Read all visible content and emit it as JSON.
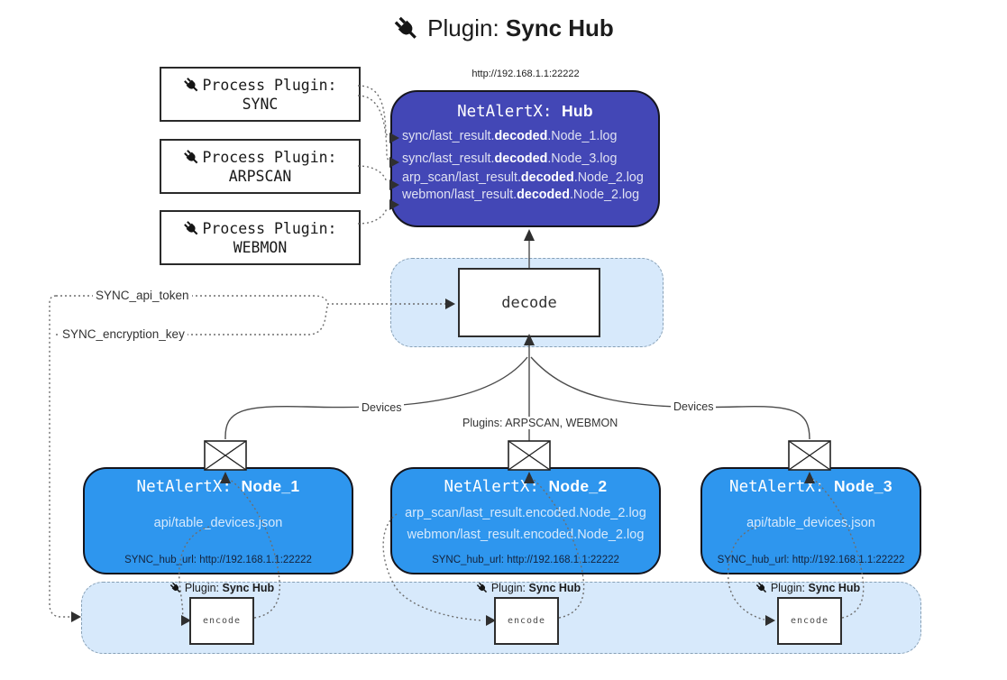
{
  "title": {
    "label": "Plugin: ",
    "label_bold": "Sync Hub"
  },
  "process_plugins": [
    {
      "line1": "Process Plugin:",
      "line2": "SYNC"
    },
    {
      "line1": "Process Plugin:",
      "line2": "ARPSCAN"
    },
    {
      "line1": "Process Plugin:",
      "line2": "WEBMON"
    }
  ],
  "hub": {
    "url_label": "http://192.168.1.1:22222",
    "name_prefix": "NetAlertX: ",
    "name": "Hub",
    "files": [
      {
        "pre": "sync/last_result.",
        "mid": "decoded",
        "post": ".Node_1.log"
      },
      {
        "pre": "sync/last_result.",
        "mid": "decoded",
        "post": ".Node_3.log"
      },
      {
        "pre": "arp_scan/last_result.",
        "mid": "decoded",
        "post": ".Node_2.log"
      },
      {
        "pre": "webmon/last_result.",
        "mid": "decoded",
        "post": ".Node_2.log"
      }
    ]
  },
  "decode_box": {
    "label": "decode"
  },
  "config_labels": {
    "api_token": "SYNC_api_token",
    "encryption_key": "SYNC_encryption_key"
  },
  "edge_labels": {
    "devices_left": "Devices",
    "plugins_center": "Plugins: ARPSCAN, WEBMON",
    "devices_right": "Devices"
  },
  "nodes": [
    {
      "name_prefix": "NetAlertX: ",
      "name": "Node_1",
      "files": [
        "api/table_devices.json"
      ],
      "hub_url": "SYNC_hub_url: http://192.168.1.1:22222"
    },
    {
      "name_prefix": "NetAlertX: ",
      "name": "Node_2",
      "files": [
        "arp_scan/last_result.encoded.Node_2.log",
        "webmon/last_result.encoded.Node_2.log"
      ],
      "hub_url": "SYNC_hub_url: http://192.168.1.1:22222"
    },
    {
      "name_prefix": "NetAlertX: ",
      "name": "Node_3",
      "files": [
        "api/table_devices.json"
      ],
      "hub_url": "SYNC_hub_url: http://192.168.1.1:22222"
    }
  ],
  "encoders": [
    {
      "plugin_prefix": "Plugin: ",
      "plugin_name": "Sync Hub",
      "label": "encode"
    },
    {
      "plugin_prefix": "Plugin: ",
      "plugin_name": "Sync Hub",
      "label": "encode"
    },
    {
      "plugin_prefix": "Plugin: ",
      "plugin_name": "Sync Hub",
      "label": "encode"
    }
  ],
  "colors": {
    "hub_fill": "#4347b6",
    "node_fill": "#2e96ee",
    "panel_fill": "#d7e9fb",
    "panel_border": "#87a0b6"
  }
}
